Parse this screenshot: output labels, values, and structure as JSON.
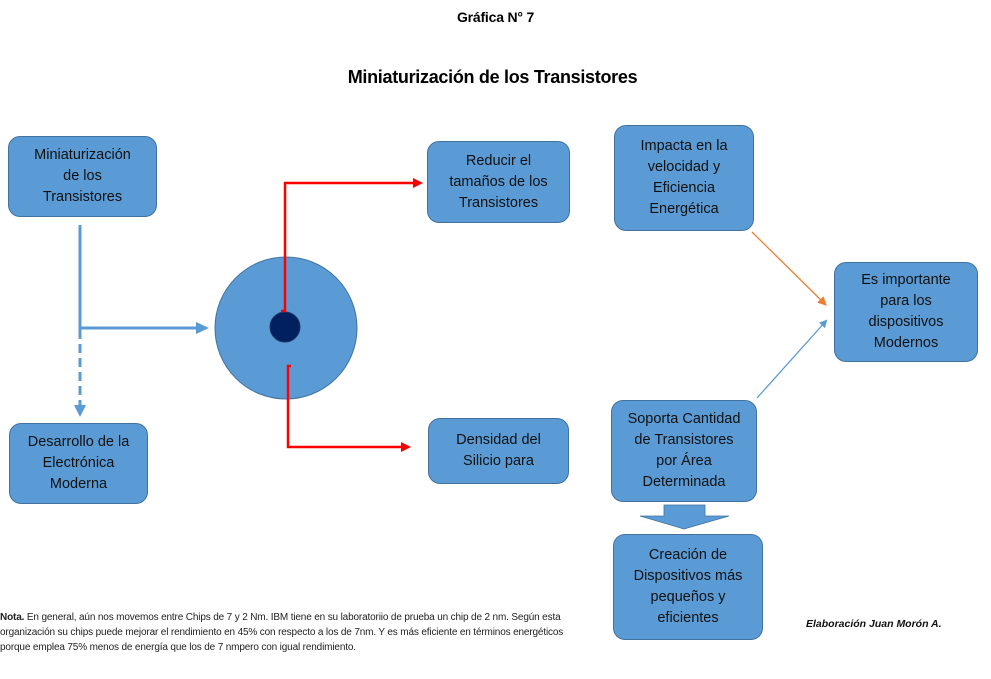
{
  "header": {
    "caption": "Gráfica N° 7",
    "title": "Miniaturización de los Transistores"
  },
  "colors": {
    "node_fill": "#5b9bd5",
    "node_border": "#41719c",
    "core": "#002060",
    "red_connector": "#ff0000",
    "orange_connector": "#ed7d31",
    "blue_connector": "#5b9bd5"
  },
  "nodes": {
    "miniaturizacion": "Miniaturización\nde los\nTransistores",
    "desarrollo": "Desarrollo de la\nElectrónica\nModerna",
    "reducir": "Reducir el\ntamaños de los\nTransistores",
    "densidad": "Densidad del\nSilicio para",
    "impacta": "Impacta en la\nvelocidad y\nEficiencia\nEnergética",
    "importante": "Es importante\npara los\ndispositivos\nModernos",
    "soporta": "Soporta Cantidad\nde Transistores\npor Área\nDeterminada",
    "creacion": "Creación de\nDispositivos más\npequeños y\neficientes"
  },
  "note": {
    "label": "Nota.",
    "text": " En general, aún nos movemos entre Chips de 7 y 2 Nm. IBM tiene en su laboratoriio de prueba un chip de 2 nm. Según esta organización su chips puede mejorar el rendimiento en 45% con respecto a los de 7nm. Y es más eficiente en términos energéticos porque emplea  75% menos de energía que los de 7 nmpero con igual rendimiento."
  },
  "author": "Elaboración Juan Morón A."
}
